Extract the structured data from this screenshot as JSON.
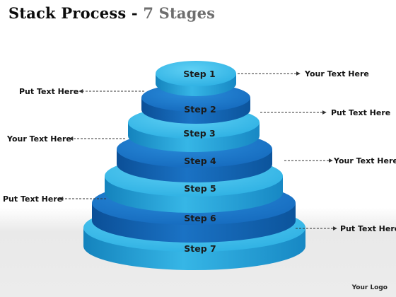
{
  "title": {
    "main": "Stack Process",
    "separator": "-",
    "stages": "7 Stages"
  },
  "steps": [
    "Step 1",
    "Step 2",
    "Step 3",
    "Step 4",
    "Step 5",
    "Step 6",
    "Step 7"
  ],
  "callouts": [
    "Your Text Here",
    "Put Text Here",
    "Put Text Here",
    "Your Text Here",
    "Your Text Here",
    "Put Text Here",
    "Put Text Here"
  ],
  "logo": "Your Logo",
  "colors": {
    "light_disc_top": "#39bdea",
    "light_disc_side": "#1f95cc",
    "dark_disc_top": "#1976c9",
    "dark_disc_side": "#0e58a4",
    "arrow": "#333333"
  }
}
